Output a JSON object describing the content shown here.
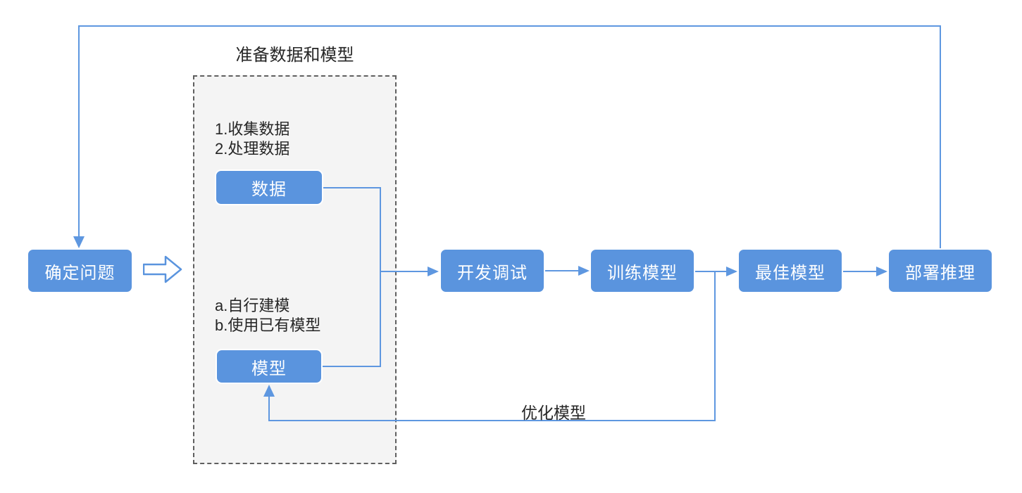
{
  "diagram": {
    "group": {
      "title": "准备数据和模型",
      "data_notes": "1.收集数据\n2.处理数据",
      "model_notes": "a.自行建模\nb.使用已有模型"
    },
    "nodes": {
      "determine_problem": {
        "label": "确定问题"
      },
      "data": {
        "label": "数据"
      },
      "model": {
        "label": "模型"
      },
      "develop_debug": {
        "label": "开发调试"
      },
      "train_model": {
        "label": "训练模型"
      },
      "best_model": {
        "label": "最佳模型"
      },
      "deploy_inference": {
        "label": "部署推理"
      }
    },
    "edges": {
      "optimize_label": "优化模型"
    },
    "colors": {
      "node_fill": "#5A94DE",
      "node_text": "#FFFFFF",
      "connector": "#5E97E0",
      "group_fill": "#F4F4F4",
      "group_border": "#5F5F5F",
      "text": "#262626"
    }
  }
}
